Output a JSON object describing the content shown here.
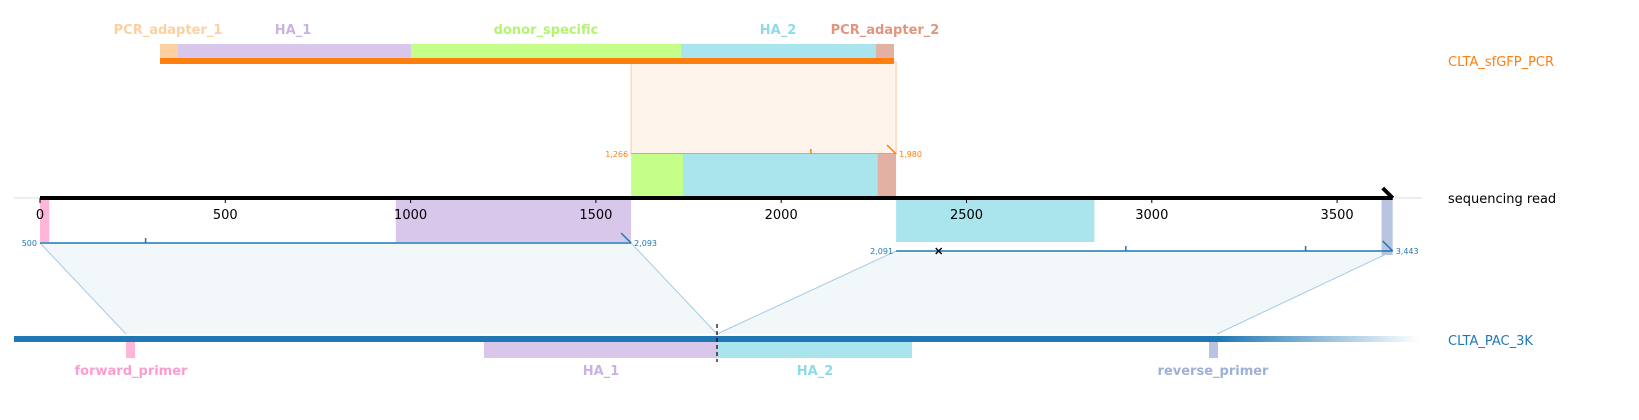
{
  "colors": {
    "pcr": "#ff7f0e",
    "pac": "#1f77b4",
    "read": "#000000",
    "pcr_adapter_1": "#fdd0a2",
    "ha_1": "#d8c7eb",
    "donor_specific": "#c5ff8a",
    "ha_2": "#aae5ee",
    "pcr_adapter_2": "#e3b1a3",
    "forward_primer": "#ffb6d9",
    "reverse_primer": "#b8c3e0"
  },
  "reads": {
    "top": "CLTA_sfGFP_PCR",
    "middle": "sequencing read",
    "bottom": "CLTA_PAC_3K"
  },
  "top_features": [
    {
      "key": "pcr_adapter_1",
      "label": "PCR_adapter_1"
    },
    {
      "key": "ha_1",
      "label": "HA_1"
    },
    {
      "key": "donor_specific",
      "label": "donor_specific"
    },
    {
      "key": "ha_2",
      "label": "HA_2"
    },
    {
      "key": "pcr_adapter_2",
      "label": "PCR_adapter_2"
    }
  ],
  "bottom_features": [
    {
      "key": "forward_primer",
      "label": "forward_primer"
    },
    {
      "key": "ha_1",
      "label": "HA_1"
    },
    {
      "key": "ha_2",
      "label": "HA_2"
    },
    {
      "key": "reverse_primer",
      "label": "reverse_primer"
    }
  ],
  "axis": {
    "min": 0,
    "max": 3670,
    "ticks": [
      {
        "value": 0,
        "label": "0"
      },
      {
        "value": 500,
        "label": "500"
      },
      {
        "value": 1000,
        "label": "1000"
      },
      {
        "value": 1500,
        "label": "1500"
      },
      {
        "value": 2000,
        "label": "2000"
      },
      {
        "value": 2500,
        "label": "2500"
      },
      {
        "value": 3000,
        "label": "3000"
      },
      {
        "value": 3500,
        "label": "3500"
      }
    ]
  },
  "alignments": {
    "top": {
      "read_start": 1595,
      "read_end": 2310,
      "ref_start_label": "1,266",
      "ref_end_label": "1,980",
      "tick_value": 2080
    },
    "bottom_left": {
      "read_start": 0,
      "read_end": 1595,
      "ref_start_label": "500",
      "ref_end_label": "2,093",
      "tick_value": 285
    },
    "bottom_right": {
      "read_start": 2310,
      "read_end": 3650,
      "ref_start_label": "2,091",
      "ref_end_label": "3,443",
      "mismatch_value": 2425,
      "tick_values": [
        2930,
        3415
      ]
    }
  },
  "read_feature_spans": [
    {
      "key": "forward_primer",
      "start": 0,
      "end": 25,
      "side": "below"
    },
    {
      "key": "ha_1",
      "start": 960,
      "end": 1595,
      "side": "below"
    },
    {
      "key": "donor_specific",
      "start": 1595,
      "end": 1735,
      "side": "above"
    },
    {
      "key": "ha_2",
      "start": 1735,
      "end": 2260,
      "side": "above"
    },
    {
      "key": "pcr_adapter_2",
      "start": 2260,
      "end": 2310,
      "side": "above"
    },
    {
      "key": "ha_2",
      "start": 2310,
      "end": 2845,
      "side": "below"
    },
    {
      "key": "reverse_primer",
      "start": 3620,
      "end": 3650,
      "side": "below"
    }
  ]
}
